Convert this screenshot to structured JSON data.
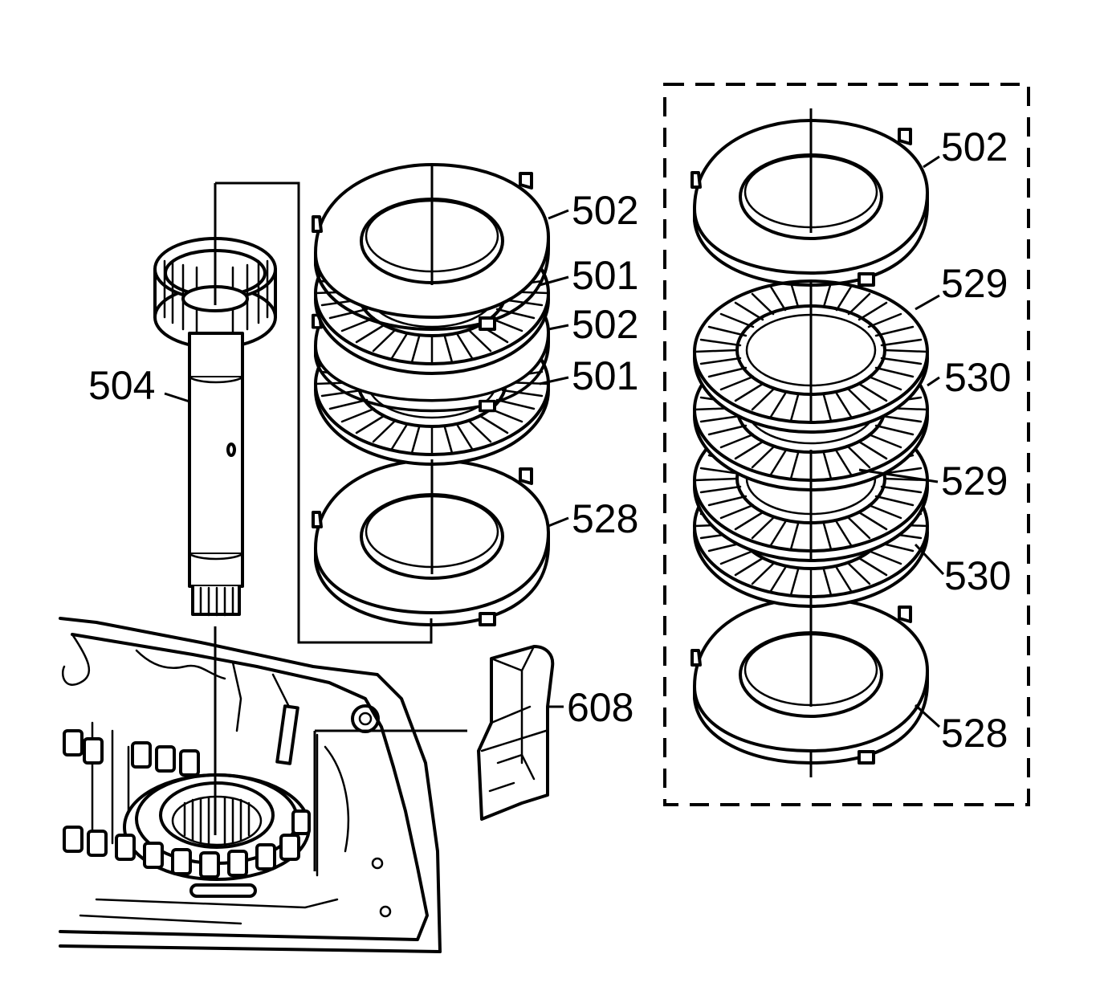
{
  "figure": {
    "background": "#ffffff",
    "ink": "#000000"
  },
  "labels": {
    "shaft": "504",
    "left_plate_top": "502",
    "left_disc_1": "501",
    "left_plate_2": "502",
    "left_disc_2": "501",
    "left_backing_plate": "528",
    "clip": "608",
    "right_plate_top": "502",
    "right_disc_1": "529",
    "right_plate_1": "530",
    "right_disc_2": "529",
    "right_plate_2": "530",
    "right_backing_plate": "528"
  },
  "parts": [
    {
      "id": "shaft",
      "icon": "input-shaft-icon"
    },
    {
      "id": "steel-plate",
      "icon": "steel-plate-icon"
    },
    {
      "id": "friction-disc",
      "icon": "friction-disc-icon"
    },
    {
      "id": "backing-plate",
      "icon": "backing-plate-icon"
    },
    {
      "id": "clip",
      "icon": "retainer-clip-icon"
    },
    {
      "id": "case",
      "icon": "transmission-case-icon"
    }
  ]
}
